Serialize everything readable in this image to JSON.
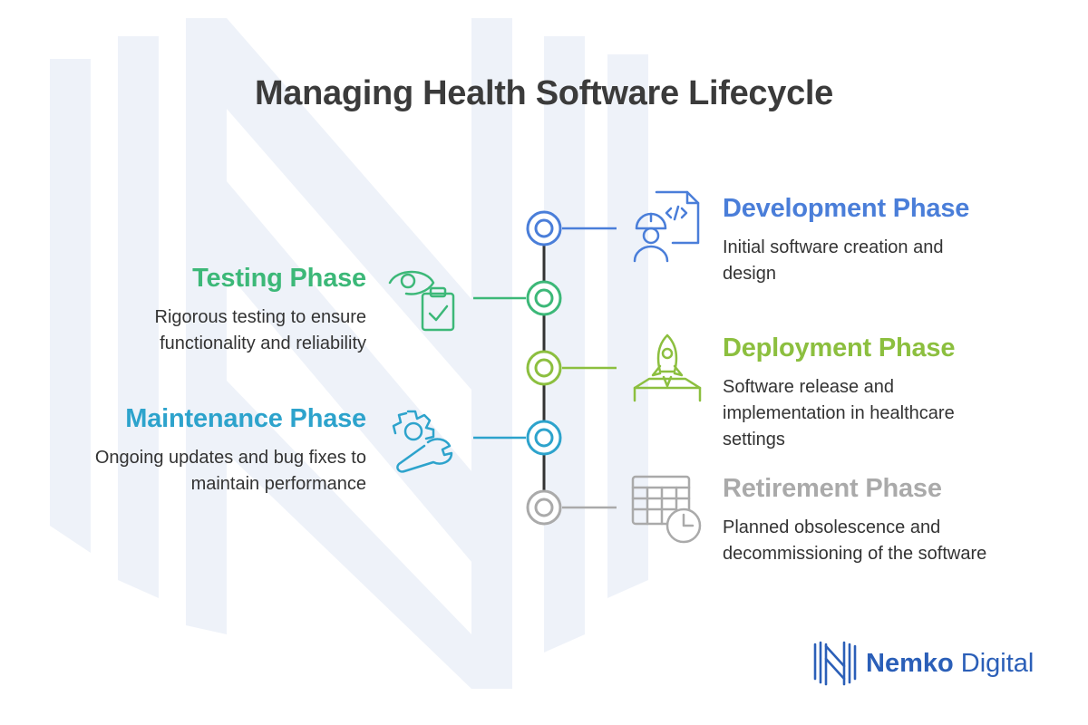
{
  "title": "Managing Health Software Lifecycle",
  "colors": {
    "development": "#4a7ed9",
    "testing": "#3cb878",
    "deployment": "#8cbf3f",
    "maintenance": "#2da3cc",
    "retirement": "#aaaaaa",
    "spine": "#333333",
    "watermark": "#eef2f9",
    "brand": "#2b5fb8"
  },
  "phases": {
    "development": {
      "title": "Development Phase",
      "description": [
        "Initial software creation and",
        "design"
      ],
      "icon": "developer-code-icon"
    },
    "testing": {
      "title": "Testing Phase",
      "description": [
        "Rigorous testing to ensure",
        "functionality and reliability"
      ],
      "icon": "eye-clipboard-check-icon"
    },
    "deployment": {
      "title": "Deployment Phase",
      "description": [
        "Software release and",
        "implementation in healthcare",
        "settings"
      ],
      "icon": "rocket-launch-icon"
    },
    "maintenance": {
      "title": "Maintenance Phase",
      "description": [
        "Ongoing updates and bug fixes to",
        "maintain performance"
      ],
      "icon": "wrench-gear-icon"
    },
    "retirement": {
      "title": "Retirement Phase",
      "description": [
        "Planned obsolescence and",
        "decommissioning of the software"
      ],
      "icon": "calendar-clock-icon"
    }
  },
  "logo": {
    "name_bold": "Nemko",
    "name_light": " Digital",
    "icon": "nemko-logo-icon"
  }
}
